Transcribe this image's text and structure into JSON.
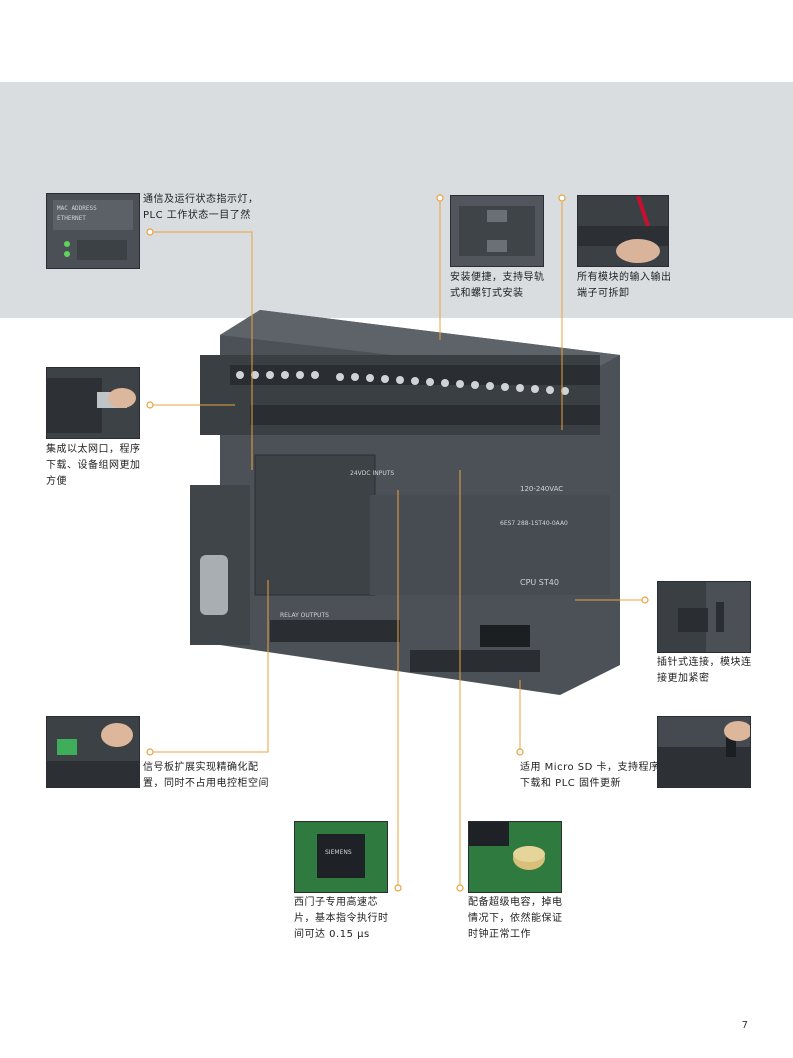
{
  "accent_color": "#e8a33d",
  "features": {
    "status_leds": {
      "line1": "通信及运行状态指示灯，",
      "line2": "PLC 工作状态一目了然"
    },
    "rail_mount": {
      "line1": "安装便捷，支持导轨",
      "line2": "式和螺钉式安装"
    },
    "removable_terminals": {
      "line1": "所有模块的输入输出",
      "line2": "端子可拆卸"
    },
    "ethernet": {
      "line1": "集成以太网口，程序",
      "line2": "下载、设备组网更加",
      "line3": "方便"
    },
    "plug_connection": {
      "line1": "插针式连接，模块连",
      "line2": "接更加紧密"
    },
    "signal_board": {
      "line1": "信号板扩展实现精确化配",
      "line2": "置，同时不占用电控柜空间"
    },
    "micro_sd": {
      "line1": "适用 Micro SD 卡，支持程序",
      "line2": "下载和 PLC 固件更新"
    },
    "chip": {
      "line1": "西门子专用高速芯",
      "line2": "片，基本指令执行时",
      "line3": "间可达 0.15 μs"
    },
    "supercap": {
      "line1": "配备超级电容，掉电",
      "line2": "情况下，依然能保证",
      "line3": "时钟正常工作"
    }
  },
  "plc_labels": {
    "model": "CPU ST40",
    "order_no": "6ES7 288-1ST40-0AA0",
    "io_label": "24VDC INPUTS",
    "out_label": "RELAY OUTPUTS",
    "power": "120-240VAC",
    "chip_brand": "SIEMENS"
  },
  "page_number": "7"
}
